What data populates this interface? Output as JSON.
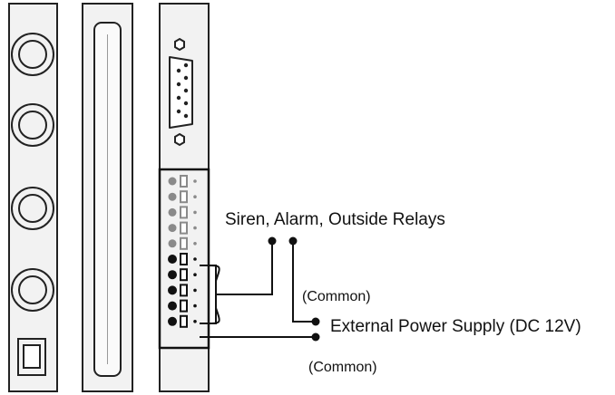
{
  "labels": {
    "siren": "Siren, Alarm, Outside Relays",
    "common_upper": "(Common)",
    "external_power": "External Power Supply (DC 12V)",
    "common_lower": "(Common)"
  },
  "terminal_block": {
    "terminal_count": 10,
    "highlighted_count": 5
  },
  "colors": {
    "line": "#111111",
    "panel": "#f2f2f2",
    "panel_stroke": "#222222",
    "inactive_terminal": "#8a8a8a",
    "active_terminal": "#111111"
  }
}
